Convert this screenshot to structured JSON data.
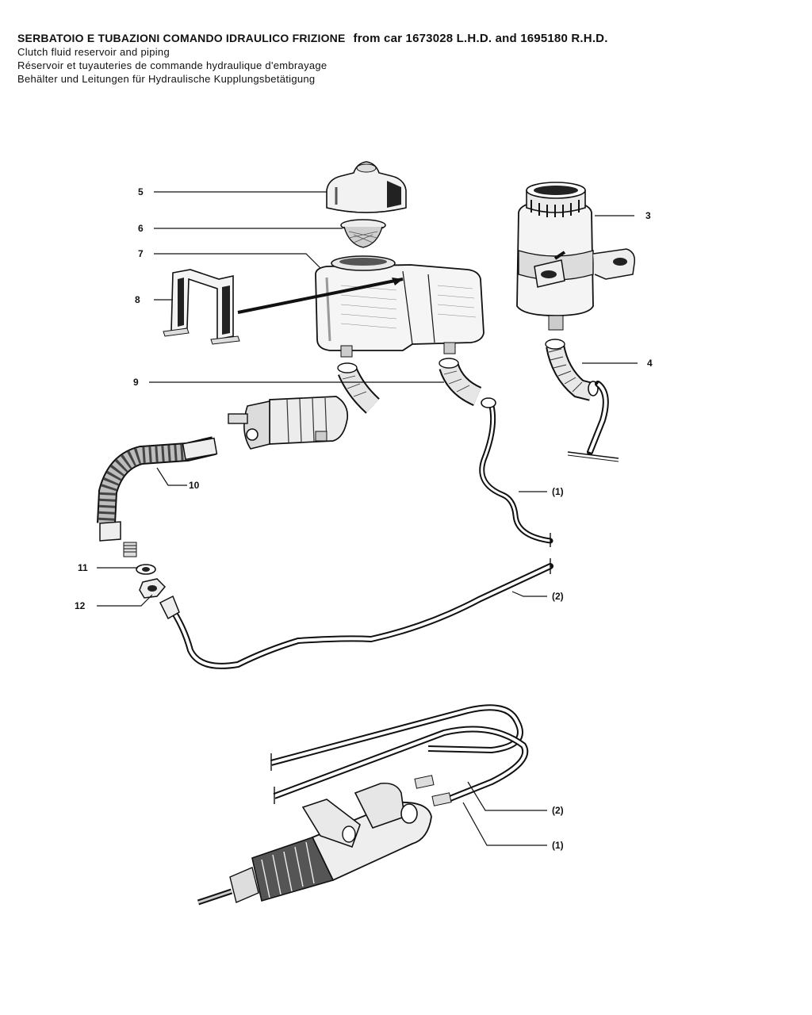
{
  "header": {
    "title": "SERBATOIO E TUBAZIONI COMANDO IDRAULICO FRIZIONE",
    "applicability": "from car 1673028 L.H.D. and 1695180 R.H.D.",
    "subtitle_en": "Clutch fluid reservoir and piping",
    "subtitle_fr": "Réservoir et tuyauteries de commande hydraulique d'embrayage",
    "subtitle_de": "Behälter und Leitungen für Hydraulische Kupplungsbetätigung"
  },
  "callouts": {
    "c3": "3",
    "c4": "4",
    "c5": "5",
    "c6": "6",
    "c7": "7",
    "c8": "8",
    "c9": "9",
    "c10": "10",
    "c11": "11",
    "c12": "12",
    "p1_top": "(1)",
    "p2_top": "(2)",
    "p2_bottom": "(2)",
    "p1_bottom": "(1)"
  }
}
